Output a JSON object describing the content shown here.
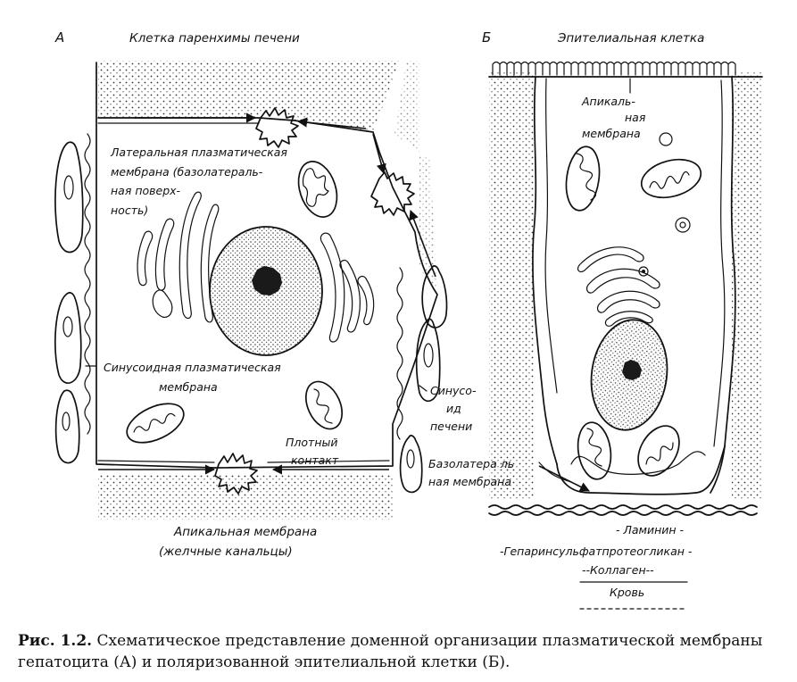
{
  "panel_a": {
    "letter": "А",
    "top_label": "Клетка паренхимы печени",
    "lateral_membrane": [
      "Латеральная плазматическая",
      "мембрана (базолатераль-",
      "ная поверх-",
      "ность)"
    ],
    "sinusoid_membrane": [
      "Синусоидная плазматическая",
      "мембрана"
    ],
    "tight_junction": [
      "Плотный",
      "контакт"
    ],
    "sinusoid": [
      "Синусо-",
      "ид",
      "печени"
    ],
    "apical_membrane": [
      "Апикальная мембрана",
      "(желчные канальцы)"
    ]
  },
  "panel_b": {
    "letter": "Б",
    "top_label": "Эпителиальная клетка",
    "apical_membrane": [
      "Апикаль-",
      "ная",
      "мембрана"
    ],
    "basolateral_membrane": [
      "Базолатера ль",
      "ная мембрана"
    ],
    "layers": [
      "- Ламинин -",
      "-Гепаринсульфатпротеогликан -",
      "--Коллаген--",
      "Кровь"
    ]
  },
  "caption": {
    "figure_number": "Рис. 1.2.",
    "text": "Схематическое представление доменной организации плазматической мембраны гепатоцита (А) и поляризованной эпителиальной клетки (Б)."
  }
}
